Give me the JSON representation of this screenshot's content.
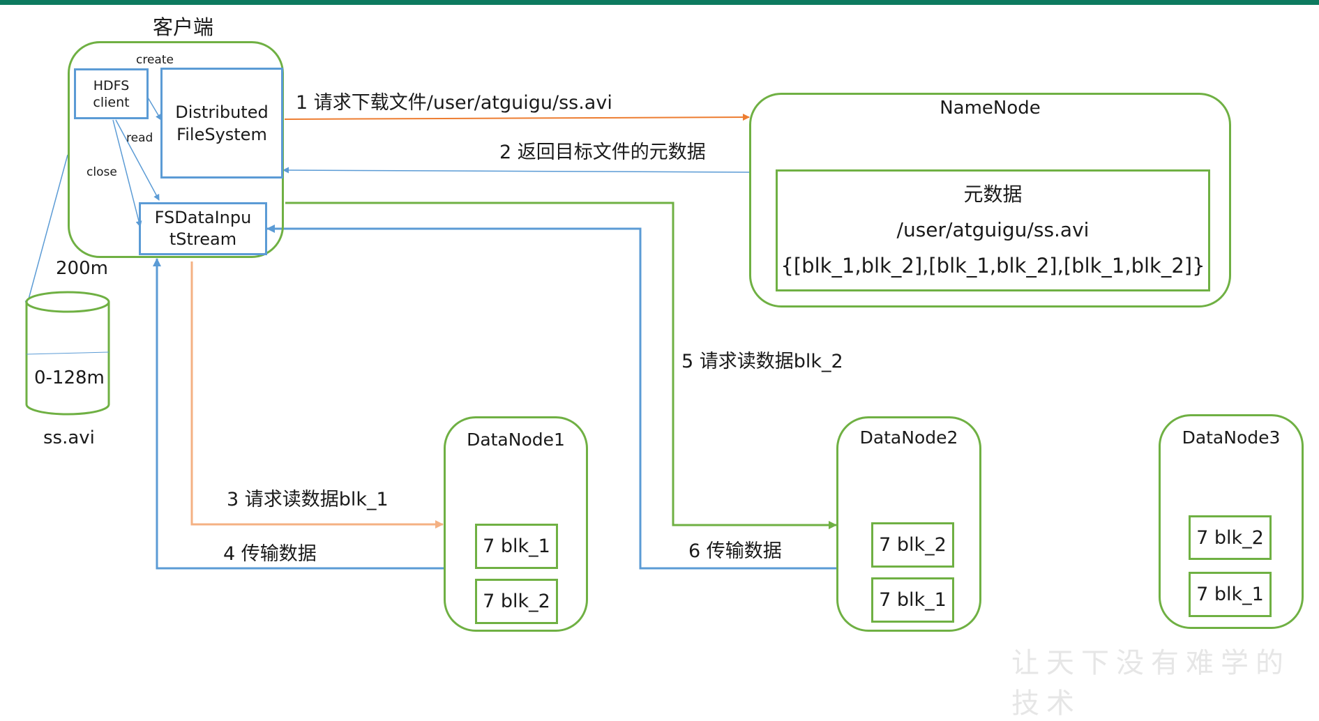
{
  "colors": {
    "green": "#6fb043",
    "blue": "#5b9bd5",
    "orange": "#ed7d31",
    "light_orange": "#f4b183",
    "top_bar": "#0d7a5f"
  },
  "client": {
    "title": "客户端",
    "hdfs_client": [
      "HDFS",
      "client"
    ],
    "distributed_fs": [
      "Distributed",
      "FileSystem"
    ],
    "fs_input_stream": [
      "FSDataInpu",
      "tStream"
    ],
    "label_create": "create",
    "label_read": "read",
    "label_close": "close",
    "size_label": "200m"
  },
  "disk": {
    "range_label": "0-128m",
    "file_label": "ss.avi"
  },
  "namenode": {
    "title": "NameNode",
    "metadata_title": "元数据",
    "metadata_path": "/user/atguigu/ss.avi",
    "metadata_blocks": "{[blk_1,blk_2],[blk_1,blk_2],[blk_1,blk_2]}"
  },
  "steps": {
    "step1": "1 请求下载文件/user/atguigu/ss.avi",
    "step2": "2 返回目标文件的元数据",
    "step3": "3 请求读数据blk_1",
    "step4": "4 传输数据",
    "step5": "5 请求读数据blk_2",
    "step6": "6 传输数据"
  },
  "datanodes": [
    {
      "name": "DataNode1",
      "blocks": [
        "7 blk_1",
        "7 blk_2"
      ]
    },
    {
      "name": "DataNode2",
      "blocks": [
        "7 blk_2",
        "7 blk_1"
      ]
    },
    {
      "name": "DataNode3",
      "blocks": [
        "7 blk_2",
        "7 blk_1"
      ]
    }
  ],
  "watermark": "让天下没有难学的技术"
}
